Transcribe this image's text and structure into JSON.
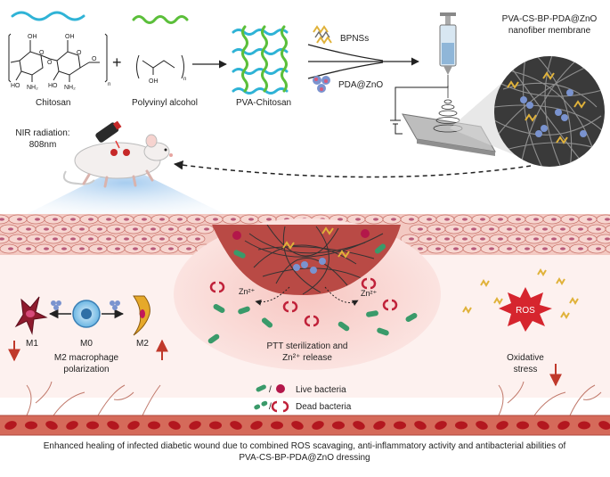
{
  "synthesis": {
    "chitosan_label": "Chitosan",
    "pva_label": "Polyvinyl alcohol",
    "pva_chitosan_label": "PVA-Chitosan",
    "plus_sign": "+",
    "bpnss_label": "BPNSs",
    "pda_zno_label": "PDA@ZnO",
    "membrane_title_line1": "PVA-CS-BP-PDA@ZnO",
    "membrane_title_line2": "nanofiber membrane",
    "chitosan_atoms": {
      "oh": "OH",
      "o": "O",
      "ho": "HO",
      "nh2": "NH₂",
      "n": "n"
    },
    "pva_atoms": {
      "oh": "OH",
      "n": "n"
    }
  },
  "nir": {
    "line1": "NIR radiation:",
    "line2": "808nm"
  },
  "wound": {
    "zn_left": "Zn²⁺",
    "zn_right": "Zn²⁺",
    "ptt_line1": "PTT sterilization and",
    "ptt_line2": "Zn²⁺ release",
    "legend_live": "Live bacteria",
    "legend_dead": "Dead bacteria",
    "legend_slash": "/"
  },
  "macrophage": {
    "m1": "M1",
    "m0": "M0",
    "m2": "M2",
    "caption_line1": "M2 macrophage",
    "caption_line2": "polarization"
  },
  "ros": {
    "badge": "ROS",
    "caption_line1": "Oxidative",
    "caption_line2": "stress"
  },
  "footer": {
    "line1": "Enhanced healing of infected diabetic wound due to combined ROS scavaging, anti-inflammatory activity and antibacterial abilities of",
    "line2": "PVA-CS-BP-PDA@ZnO dressing"
  },
  "colors": {
    "chitosan_wave": "#2fb3d6",
    "pva_wave": "#5bbf3a",
    "skin": "#f3c9c2",
    "skin_cell_outline": "#c9766e",
    "wound": "#b94a45",
    "inflamed_zone": "#f6cfcb",
    "vessel": "#d56a5a",
    "rbc": "#b3171f",
    "bacteria_live": "#3a9a6a",
    "bacteria_dead": "#c0223a",
    "zno": "#7a93cf",
    "bp": "#e0b23a",
    "ros_burst": "#d6252e",
    "arrow_red": "#c0392b"
  }
}
